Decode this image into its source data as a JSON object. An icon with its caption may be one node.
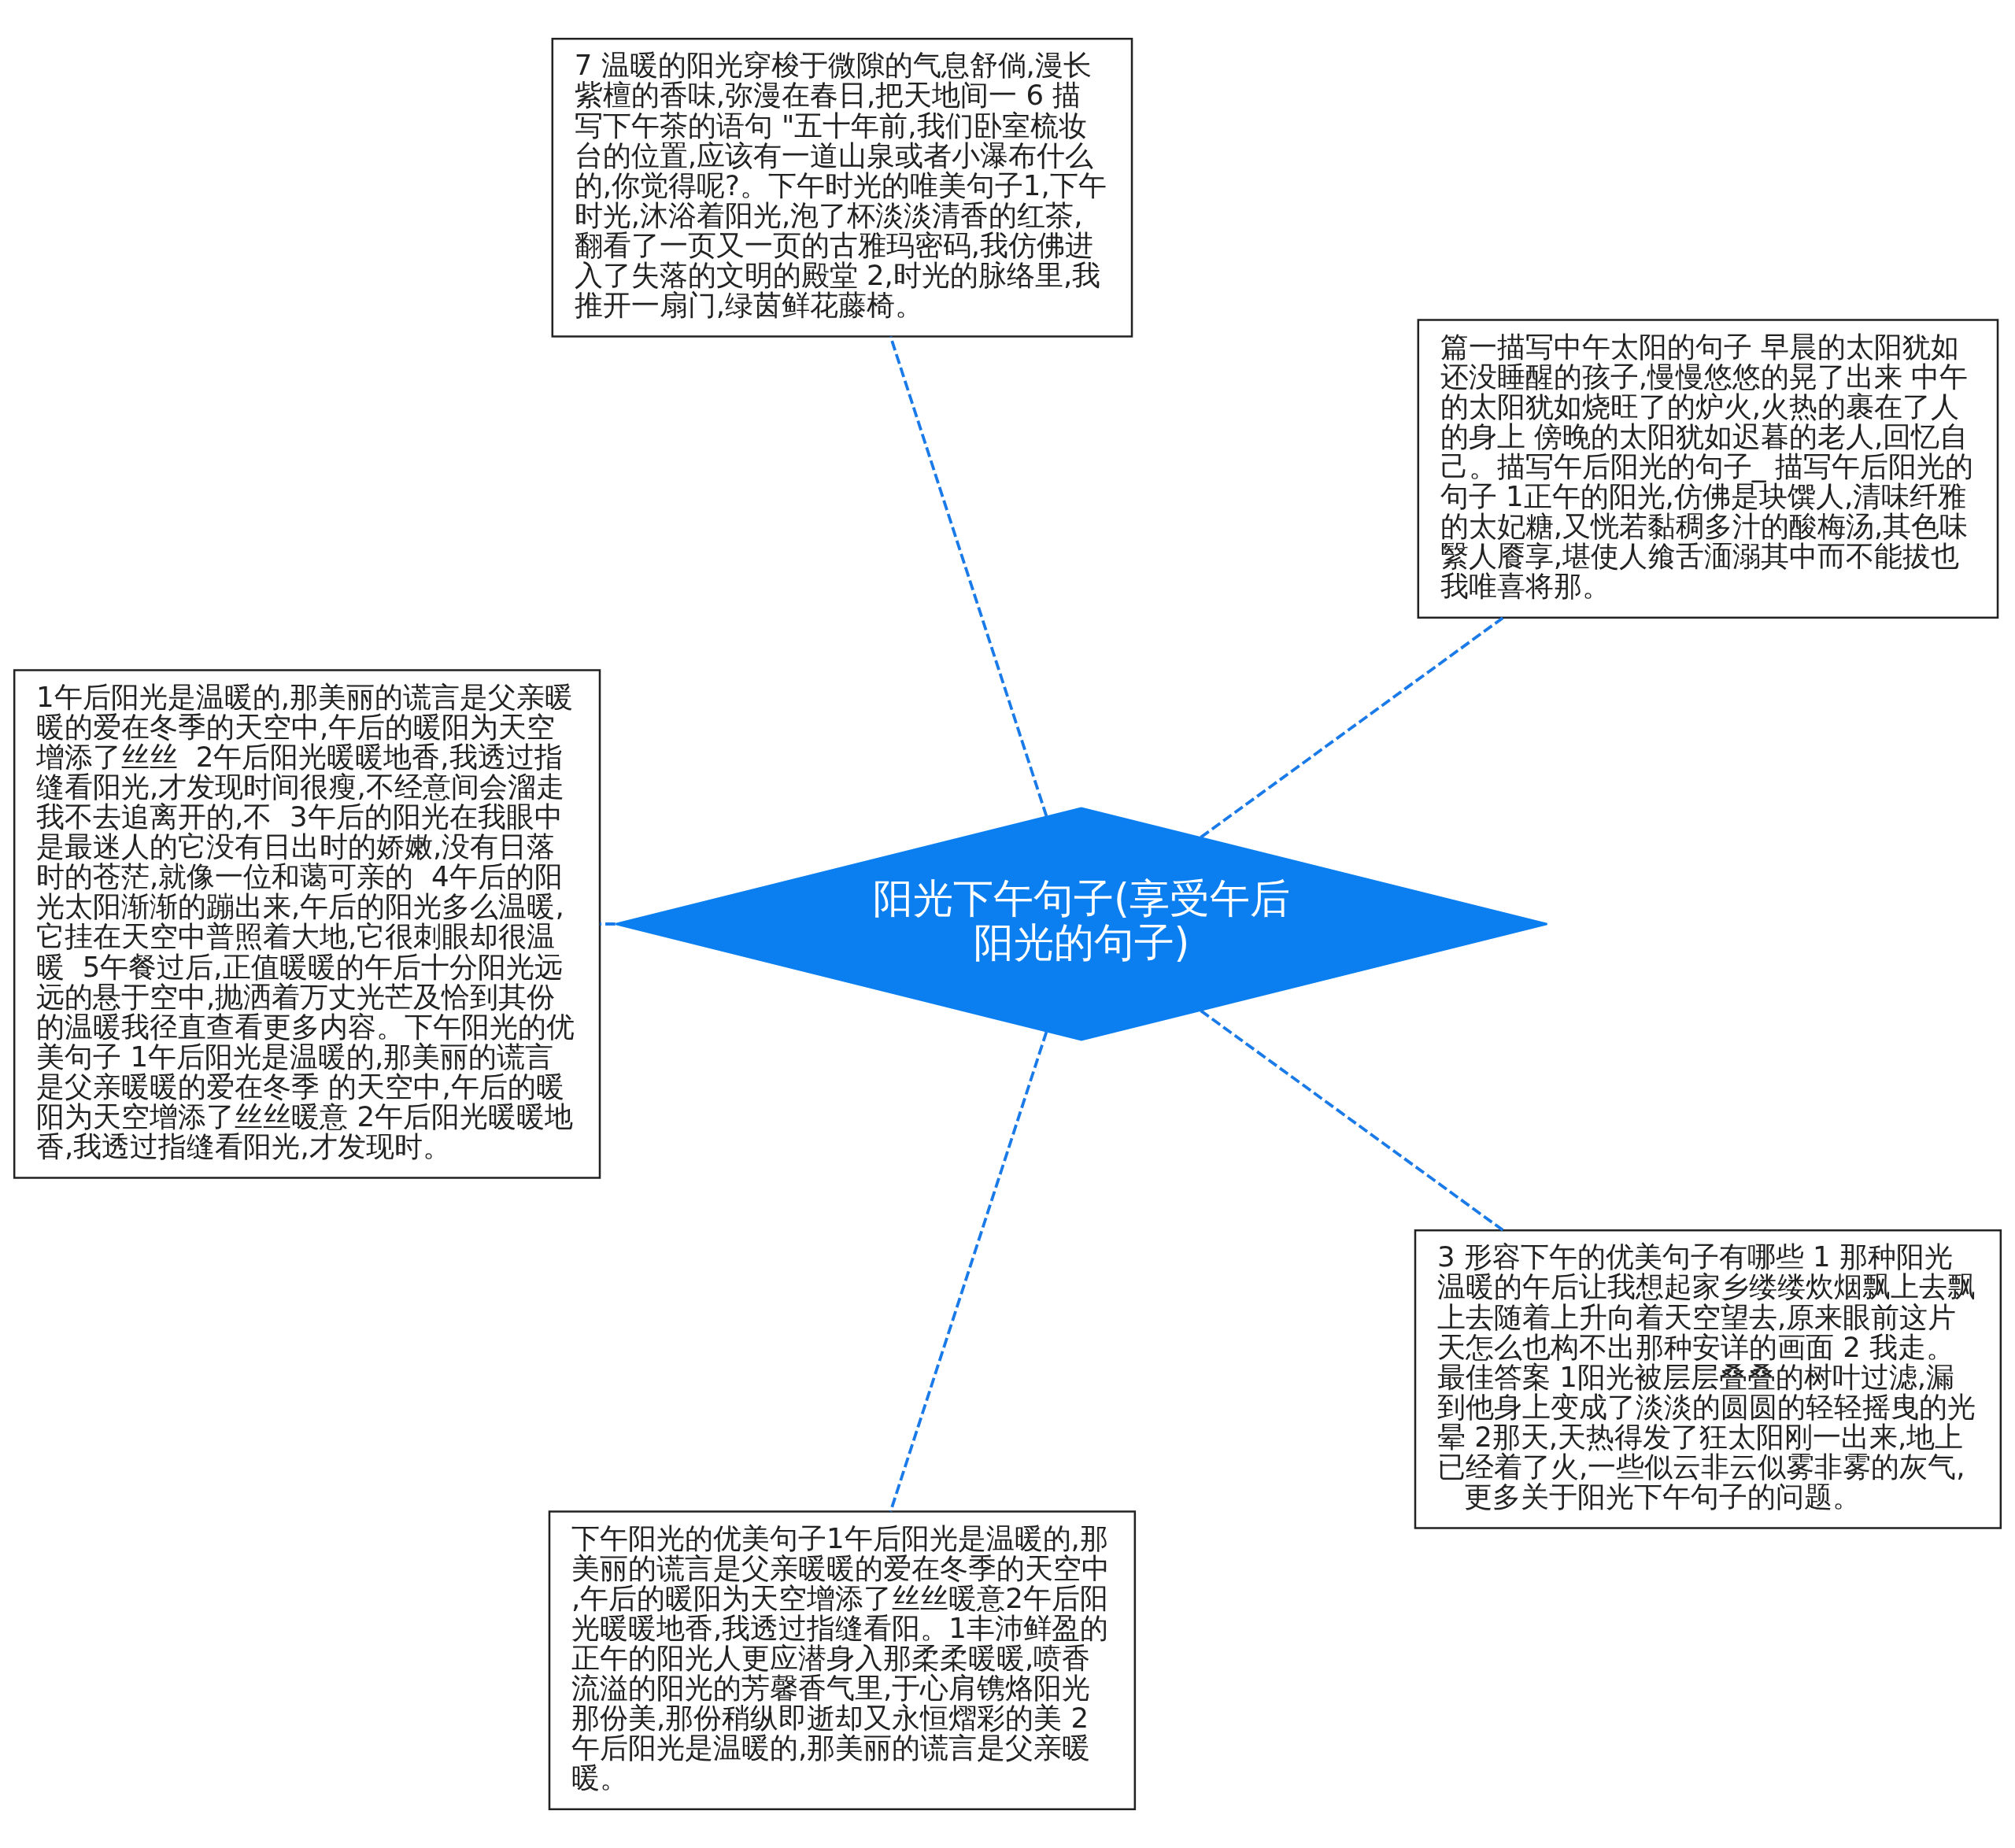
{
  "diagram": {
    "nodes": [
      {
        "text": [
          "阳光下午句子(享受午后阳光的句子)"
        ]
      },
      {
        "text": [
          "篇一描写中午太阳的句子 早晨的太阳犹如还没睡醒的孩子,慢慢悠悠的晃了出来 中午的太阳犹如烧旺了的炉火,火热的裹在了人的身上 傍晚的太阳犹如迟暮的老人,回忆自己。描写午后阳光的句子_ 描写午后阳光的句子 1正午的阳光,仿佛是块馔人,清味纤雅的太妃糖,又恍若黏稠多汁的酸梅汤,其色味繄人餍享,堪使人飨舌湎溺其中而不能拔也我唯喜将那。"
        ]
      },
      {
        "text": [
          "7 温暖的阳光穿梭于微隙的气息舒倘,漫长紫檀的香味,弥漫在春日,把天地间一 6 描写下午茶的语句 \"五十年前,我们卧室梳妆台的位置,应该有一道山泉或者小瀑布什么的,你觉得呢?。下午时光的唯美句子1,下午时光,沐浴着阳光,泡了杯淡淡清香的红茶,翻看了一页又一页的古雅玛密码,我仿佛进入了失落的文明的殿堂 2,时光的脉络里,我推开一扇门,绿茵鲜花藤椅。"
        ]
      },
      {
        "text": [
          "1午后阳光是温暖的,那美丽的谎言是父亲暖暖的爱在冬季的天空中,午后的暖阳为天空增添了丝丝  2午后阳光暖暖地香,我透过指缝看阳光,才发现时间很瘦,不经意间会溜走我不去追离开的,不  3午后的阳光在我眼中是最迷人的它没有日出时的娇嫩,没有日落时的苍茫,就像一位和蔼可亲的  4午后的阳光太阳渐渐的蹦出来,午后的阳光多么温暖,它挂在天空中普照着大地,它很刺眼却很温暖  5午餐过后,正值暖暖的午后十分阳光远远的悬于空中,抛洒着万丈光芒及恰到其份的温暖我径直查看更多内容。下午阳光的优美句子 1午后阳光是温暖的,那美丽的谎言是父亲暖暖的爱在冬季 的天空中,午后的暖阳为天空增添了丝丝暖意 2午后阳光暖暖地香,我透过指缝看阳光,才发现时。"
        ]
      },
      {
        "text": [
          "下午阳光的优美句子1午后阳光是温暖的,那美丽的谎言是父亲暖暖的爱在冬季的天空中,午后的暖阳为天空增添了丝丝暖意2午后阳光暖暖地香,我透过指缝看阳。1丰沛鲜盈的正午的阳光人更应潜身入那柔柔暖暖,喷香流溢的阳光的芳馨香气里,于心肩镌烙阳光那份美,那份稍纵即逝却又永恒熠彩的美 2午后阳光是温暖的,那美丽的谎言是父亲暖暖。"
        ]
      },
      {
        "text": [
          "3 形容下午的优美句子有哪些 1 那种阳光温暖的午后让我想起家乡缕缕炊烟飘上去飘上去随着上升向着天空望去,原来眼前这片天怎么也构不出那种安详的画面 2 我走。最佳答案 1阳光被层层叠叠的树叶过滤,漏到他身上变成了淡淡的圆圆的轻轻摇曳的光晕 2那天,天热得发了狂太阳刚一出来,地上已经着了火,一些似云非云似雾非雾的灰气,    更多关于阳光下午句子的问题。"
        ]
      }
    ],
    "edges": [
      {
        "from": 0,
        "to": 1,
        "arrow": "none",
        "style": "dashed"
      },
      {
        "from": 0,
        "to": 2,
        "arrow": "none",
        "style": "dashed"
      },
      {
        "from": 0,
        "to": 3,
        "arrow": "none",
        "style": "dashed"
      },
      {
        "from": 0,
        "to": 4,
        "arrow": "none",
        "style": "dashed"
      },
      {
        "from": 0,
        "to": 5,
        "arrow": "none",
        "style": "dashed"
      }
    ]
  }
}
